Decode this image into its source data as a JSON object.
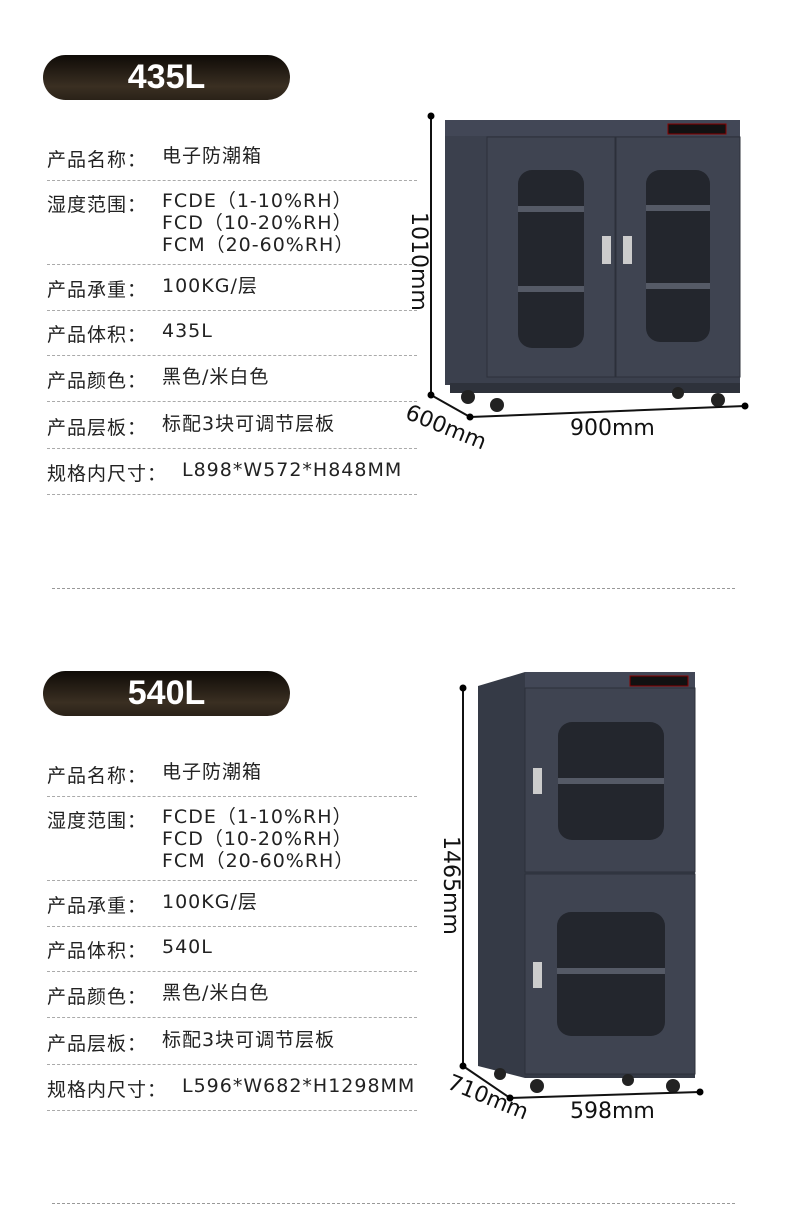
{
  "products": [
    {
      "title": "435L",
      "specs": [
        {
          "label": "产品名称：",
          "value": "电子防潮箱"
        },
        {
          "label": "湿度范围：",
          "lines": [
            "FCDE（1-10%RH）",
            "FCD（10-20%RH）",
            "FCM（20-60%RH）"
          ]
        },
        {
          "label": "产品承重：",
          "value": "100KG/层"
        },
        {
          "label": "产品体积：",
          "value": "435L"
        },
        {
          "label": "产品颜色：",
          "value": "黑色/米白色"
        },
        {
          "label": "产品层板：",
          "value": "标配3块可调节层板"
        },
        {
          "label": "规格内尺寸：",
          "value": "L898*W572*H848MM"
        }
      ],
      "dims": {
        "height": "1010mm",
        "depth": "600mm",
        "width": "900mm"
      }
    },
    {
      "title": "540L",
      "specs": [
        {
          "label": "产品名称：",
          "value": "电子防潮箱"
        },
        {
          "label": "湿度范围：",
          "lines": [
            "FCDE（1-10%RH）",
            "FCD（10-20%RH）",
            "FCM（20-60%RH）"
          ]
        },
        {
          "label": "产品承重：",
          "value": "100KG/层"
        },
        {
          "label": "产品体积：",
          "value": "540L"
        },
        {
          "label": "产品颜色：",
          "value": "黑色/米白色"
        },
        {
          "label": "产品层板：",
          "value": "标配3块可调节层板"
        },
        {
          "label": "规格内尺寸：",
          "value": "L596*W682*H1298MM"
        }
      ],
      "dims": {
        "height": "1465mm",
        "depth": "710mm",
        "width": "598mm"
      }
    }
  ]
}
